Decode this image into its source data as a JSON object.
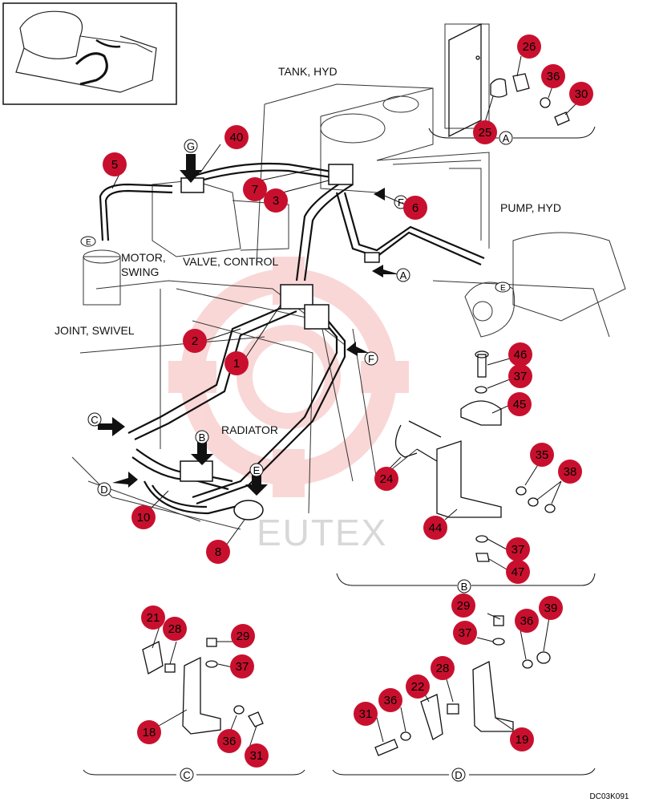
{
  "labels": {
    "tank": "TANK, HYD",
    "pump": "PUMP, HYD",
    "motor_line1": "MOTOR,",
    "motor_line2": "SWING",
    "valve": "VALVE, CONTROL",
    "joint": "JOINT, SWIVEL",
    "radiator": "RADIATOR"
  },
  "watermark": "EUTEX",
  "code": "DC03K091",
  "detail_letters": {
    "A": "A",
    "B": "B",
    "C": "C",
    "D": "D"
  },
  "arrow_letters": {
    "G": "G",
    "F1": "F",
    "A": "A",
    "F2": "F",
    "C": "C",
    "B": "B",
    "D": "D",
    "E": "E"
  },
  "small_letters": {
    "E1": "E",
    "E2": "E"
  },
  "callouts": [
    {
      "id": "c26",
      "label": "26"
    },
    {
      "id": "c36a",
      "label": "36"
    },
    {
      "id": "c30",
      "label": "30"
    },
    {
      "id": "c25",
      "label": "25"
    },
    {
      "id": "c40",
      "label": "40"
    },
    {
      "id": "c5",
      "label": "5"
    },
    {
      "id": "c7",
      "label": "7"
    },
    {
      "id": "c3",
      "label": "3"
    },
    {
      "id": "c6",
      "label": "6"
    },
    {
      "id": "c2",
      "label": "2"
    },
    {
      "id": "c1",
      "label": "1"
    },
    {
      "id": "c46",
      "label": "46"
    },
    {
      "id": "c37a",
      "label": "37"
    },
    {
      "id": "c45",
      "label": "45"
    },
    {
      "id": "c24",
      "label": "24"
    },
    {
      "id": "c35",
      "label": "35"
    },
    {
      "id": "c38",
      "label": "38"
    },
    {
      "id": "c44",
      "label": "44"
    },
    {
      "id": "c37b",
      "label": "37"
    },
    {
      "id": "c47",
      "label": "47"
    },
    {
      "id": "c10",
      "label": "10"
    },
    {
      "id": "c8",
      "label": "8"
    },
    {
      "id": "c21",
      "label": "21"
    },
    {
      "id": "c28a",
      "label": "28"
    },
    {
      "id": "c29a",
      "label": "29"
    },
    {
      "id": "c37c",
      "label": "37"
    },
    {
      "id": "c18",
      "label": "18"
    },
    {
      "id": "c36b",
      "label": "36"
    },
    {
      "id": "c31a",
      "label": "31"
    },
    {
      "id": "c29b",
      "label": "29"
    },
    {
      "id": "c39",
      "label": "39"
    },
    {
      "id": "c37d",
      "label": "37"
    },
    {
      "id": "c36c",
      "label": "36"
    },
    {
      "id": "c28b",
      "label": "28"
    },
    {
      "id": "c22",
      "label": "22"
    },
    {
      "id": "c31b",
      "label": "31"
    },
    {
      "id": "c36d",
      "label": "36"
    },
    {
      "id": "c19",
      "label": "19"
    }
  ],
  "colors": {
    "callout_fill": "#c8102e",
    "line": "#1a1a1a",
    "watermark": "#f5c0c0"
  }
}
